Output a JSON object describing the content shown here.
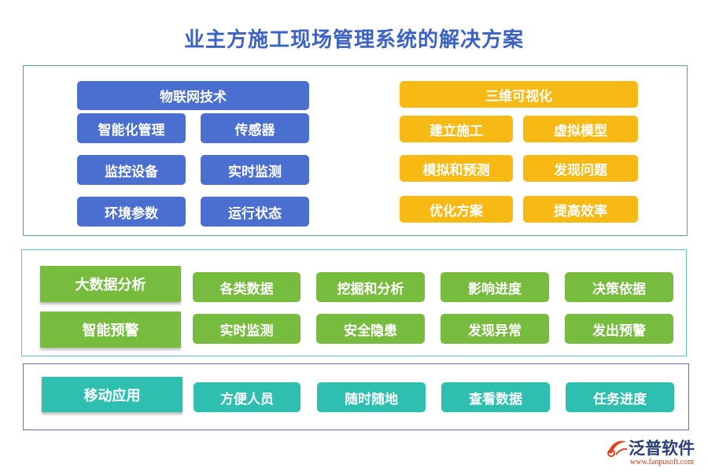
{
  "title": "业主方施工现场管理系统的解决方案",
  "section1": {
    "left": {
      "header": "物联网技术",
      "items": [
        "智能化管理",
        "传感器",
        "监控设备",
        "实时监测",
        "环境参数",
        "运行状态"
      ]
    },
    "right": {
      "header": "三维可视化",
      "items": [
        "建立施工",
        "虚拟模型",
        "模拟和预测",
        "发现问题",
        "优化方案",
        "提高效率"
      ]
    }
  },
  "section2": {
    "rows": [
      {
        "label": "大数据分析",
        "items": [
          "各类数据",
          "挖掘和分析",
          "影响进度",
          "决策依据"
        ]
      },
      {
        "label": "智能预警",
        "items": [
          "实时监测",
          "安全隐患",
          "发现异常",
          "发出预警"
        ]
      }
    ]
  },
  "section3": {
    "label": "移动应用",
    "items": [
      "方便人员",
      "随时随地",
      "查看数据",
      "任务进度"
    ]
  },
  "logo": {
    "name": "泛普软件",
    "url": "www.fanpusoft.com"
  },
  "colors": {
    "title": "#3b62c4",
    "blue": "#4a6fd0",
    "yellow": "#f7b914",
    "green": "#77bb3f",
    "teal": "#2ebfb0"
  }
}
